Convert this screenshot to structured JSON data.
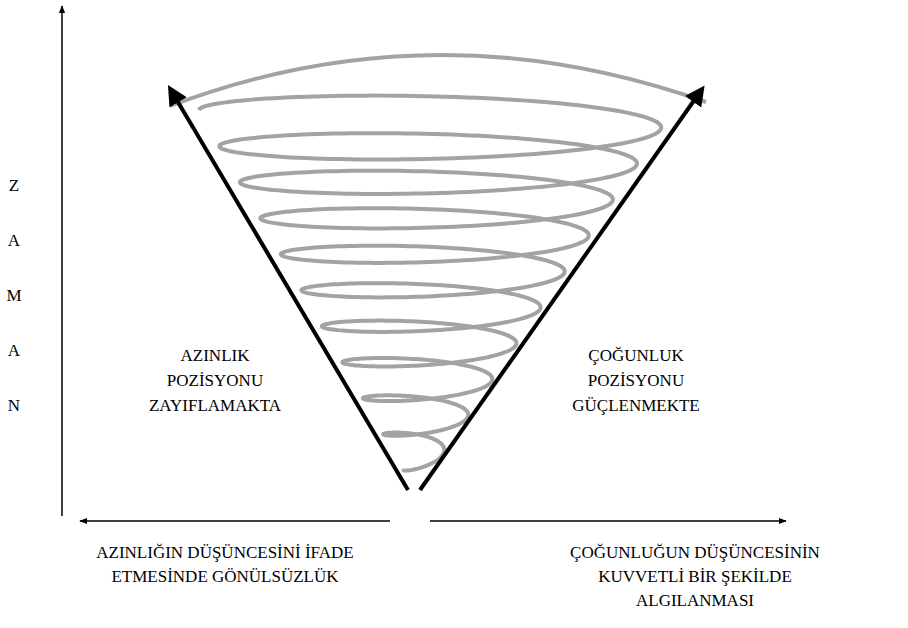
{
  "diagram": {
    "labels": [
      "Z A M A N",
      "AZINLIK POZİSYONU ZAYIFLAMAKTA",
      "ÇOĞUNLUK POZİSYONU GÜÇLENMEKTE",
      "AZINLIĞIN DÜŞÜNCESİNİ İFADE ETMESİNDE GÖNÜLSÜZLÜK",
      "ÇOĞUNLUĞUN DÜŞÜNCESİNİN KUVVETLİ BİR ŞEKİLDE ALGILANMASI"
    ]
  }
}
